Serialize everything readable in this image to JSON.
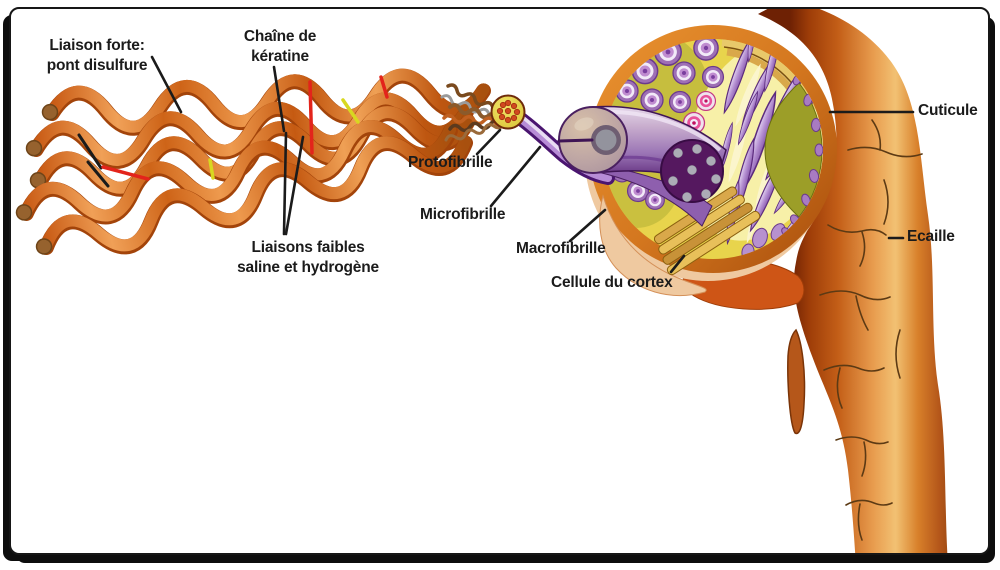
{
  "figure": {
    "description": "Hair fiber structure diagram (French)",
    "labels": {
      "liaison_forte_line1": "Liaison forte:",
      "liaison_forte_line2": "pont disulfure",
      "chaine_keratine_line1": "Chaîne de",
      "chaine_keratine_line2": "kératine",
      "protofibrille": "Protofibrille",
      "microfibrille": "Microfibrille",
      "macrofibrille": "Macrofibrille",
      "cellule_du_cortex": "Cellule du cortex",
      "liaisons_faibles_line1": "Liaisons faibles",
      "liaisons_faibles_line2": "saline et hydrogène",
      "cuticule": "Cuticule",
      "ecaille": "Ecaille"
    },
    "colors": {
      "keratin_chain": "#D4681A",
      "keratin_chain_light": "#F0A057",
      "disulfide_bond_red": "#E3241B",
      "weak_bond_yellow": "#D8D820",
      "black_bond": "#1B1B1B",
      "protofibril_disc": "#EAD94F",
      "protofibril_dots": "#D1491F",
      "microfibril_ribbon": "#4A1570",
      "macrofibril_body": "#9A74B5",
      "cortex_cell": "#55185F",
      "cross_section_yellow": "#E8D44C",
      "cross_section_olive": "#C6BE3E",
      "cuticle_ring_olive": "#9C9E28",
      "cuticle_gold": "#D9A84A",
      "hair_shaft_copper": "#C35E17",
      "label_text": "#1B1B1B"
    }
  }
}
